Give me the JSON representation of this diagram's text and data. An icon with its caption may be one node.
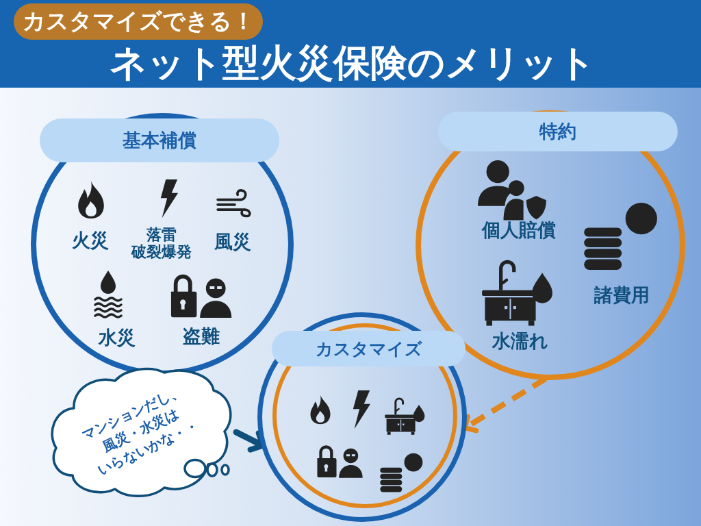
{
  "diagram": {
    "title": "ネット型火災保険のメリット",
    "nodes": [
      {
        "text": [
          "カスタマイズできる！"
        ]
      },
      {
        "text": [
          "基本補償",
          "火災",
          "落雷破裂爆発",
          "風災",
          "水災",
          "盗難"
        ]
      },
      {
        "text": [
          "特約",
          "個人賠償",
          "諸費用",
          "水濡れ"
        ]
      },
      {
        "text": [
          "カスタマイズ"
        ]
      },
      {
        "text": [
          "マンションだし、風災・水災はいらないかな・・"
        ]
      }
    ],
    "edges": [
      {
        "from": 4,
        "to": 3,
        "arrow": "to",
        "color": "#0f4f7c"
      },
      {
        "from": 2,
        "to": 3,
        "arrow": "to",
        "style": "dashed",
        "color": "#e0861c"
      }
    ]
  }
}
